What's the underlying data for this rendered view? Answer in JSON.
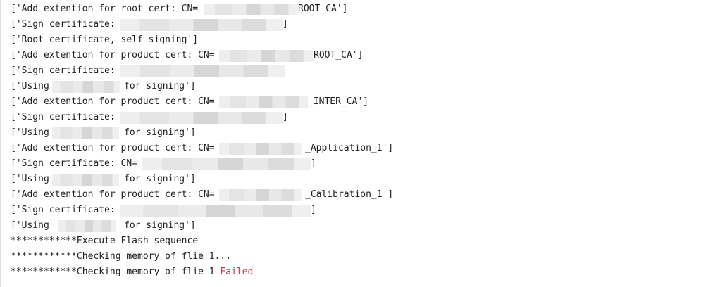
{
  "console": {
    "lines": [
      {
        "pre": "['Add extention for root cert: CN=",
        "post": "ROOT_CA']"
      },
      {
        "pre": "['Sign certificate: ",
        "post": "]"
      },
      {
        "pre": "['Root certificate, self signing']",
        "post": ""
      },
      {
        "pre": "['Add extention for product cert: CN=",
        "post": "ROOT_CA']"
      },
      {
        "pre": "['Sign certificate: ",
        "post": ""
      },
      {
        "pre": "['Using ",
        "post": "for signing']"
      },
      {
        "pre": "['Add extention for product cert: CN=",
        "post": "_INTER_CA']"
      },
      {
        "pre": "['Sign certificate: ",
        "post": "]"
      },
      {
        "pre": "['Using ",
        "post": "for signing']"
      },
      {
        "pre": "['Add extention for product cert: CN=",
        "post": "_Application_1']"
      },
      {
        "pre": "['Sign certificate: CN=",
        "post": "]"
      },
      {
        "pre": "['Using ",
        "post": "for signing']"
      },
      {
        "pre": "['Add extention for product cert: CN=",
        "post": "_Calibration_1']"
      },
      {
        "pre": "['Sign certificate: ",
        "post": "]"
      },
      {
        "pre": "['Using ",
        "post": "for signing']"
      },
      {
        "pre": "************Execute Flash sequence",
        "post": ""
      },
      {
        "pre": "************Checking memory of flie 1...",
        "post": ""
      },
      {
        "pre": "************Checking memory of flie 1 ",
        "post": "Failed"
      }
    ]
  },
  "colors": {
    "error": "#d32f4f",
    "text": "#1f1f1f"
  }
}
